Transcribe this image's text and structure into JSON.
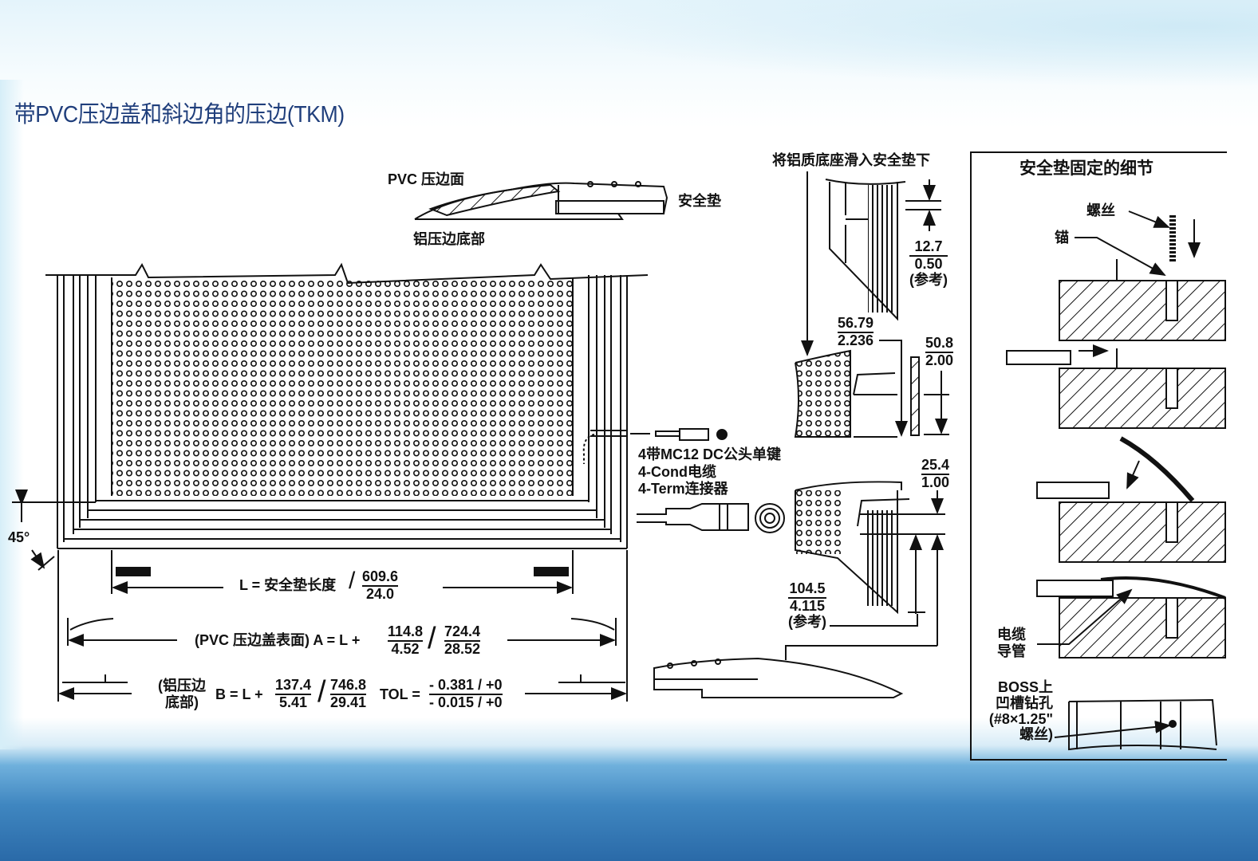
{
  "title": "带PVC压边盖和斜边角的压边(TKM)",
  "profile": {
    "pvc_face": "PVC 压边面",
    "safety_mat": "安全垫",
    "al_base": "铝压边底部"
  },
  "angle": "45°",
  "dimensions": {
    "L": {
      "label": "L = 安全垫长度",
      "mm": "609.6",
      "in": "24.0"
    },
    "A": {
      "label": "(PVC 压边盖表面) A = L +",
      "add_mm": "114.8",
      "add_in": "4.52",
      "mm": "724.4",
      "in": "28.52"
    },
    "B": {
      "label_line1": "(铝压边",
      "label_line2": "底部)",
      "eq": "B = L +",
      "add_mm": "137.4",
      "add_in": "5.41",
      "mm": "746.8",
      "in": "29.41"
    },
    "tol": {
      "label": "TOL =",
      "mm": "- 0.381 / +0",
      "in": "- 0.015 / +0"
    }
  },
  "connector": {
    "line1": "4带MC12 DC公头单键",
    "line2": "4-Cond电缆",
    "line3": "4-Term连接器"
  },
  "slide_note": "将铝质底座滑入安全垫下",
  "side_dims": {
    "d1": {
      "mm": "12.7",
      "in": "0.50",
      "ref": "(参考)"
    },
    "d2": {
      "mm": "56.79",
      "in": "2.236"
    },
    "d3": {
      "mm": "50.8",
      "in": "2.00"
    },
    "d4": {
      "mm": "25.4",
      "in": "1.00"
    },
    "d5": {
      "mm": "104.5",
      "in": "4.115",
      "ref": "(参考)"
    }
  },
  "detail": {
    "title": "安全垫固定的细节",
    "screw": "螺丝",
    "anchor": "锚",
    "conduit_line1": "电缆",
    "conduit_line2": "导管",
    "boss_line1": "BOSS上",
    "boss_line2": "凹槽钻孔",
    "boss_line3": "(#8×1.25\"",
    "boss_line4": "螺丝)"
  }
}
